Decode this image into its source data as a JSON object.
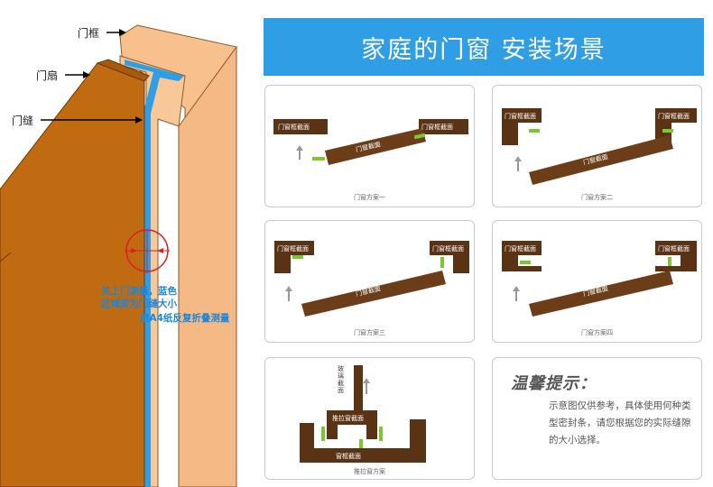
{
  "left": {
    "label_frame": "门框",
    "label_leaf": "门扇",
    "label_gap": "门缝",
    "note_line1": "关上门测量，蓝色",
    "note_line2": "区域即为门缝大小",
    "note_line3": "用A4纸反复折叠测量"
  },
  "header": {
    "title": "家庭的门窗  安装场景"
  },
  "panels": {
    "p1": {
      "frame_label_left": "门窗框截面",
      "frame_label_right": "门窗框截面",
      "leaf_label": "门窗截面",
      "caption": "门窗方案一"
    },
    "p2": {
      "frame_label_left": "门窗框截面",
      "frame_label_right": "门窗框截面",
      "leaf_label": "门窗截面",
      "caption": "门窗方案二"
    },
    "p3": {
      "frame_label_left": "门窗框截面",
      "frame_label_right": "门窗框截面",
      "leaf_label": "门窗截面",
      "caption": "门窗方案三"
    },
    "p4": {
      "frame_label_left": "门窗框截面",
      "frame_label_right": "门窗框截面",
      "leaf_label": "门窗截面",
      "caption": "门窗方案四"
    },
    "p5": {
      "glass_label": "玻璃截面",
      "sash_label": "推拉窗截面",
      "frame_label": "窗框截面",
      "caption": "推拉窗方案"
    }
  },
  "tips": {
    "title": "温馨提示：",
    "body": "示意图仅供参考，具体使用何种类型密封条，请您根据您的实际缝隙的大小选择。"
  },
  "colors": {
    "blue": "#2f9ee4",
    "frame": "#f7c08d",
    "leaf": "#c06a12",
    "wood": "#5a3214",
    "seal": "#7fc431"
  }
}
